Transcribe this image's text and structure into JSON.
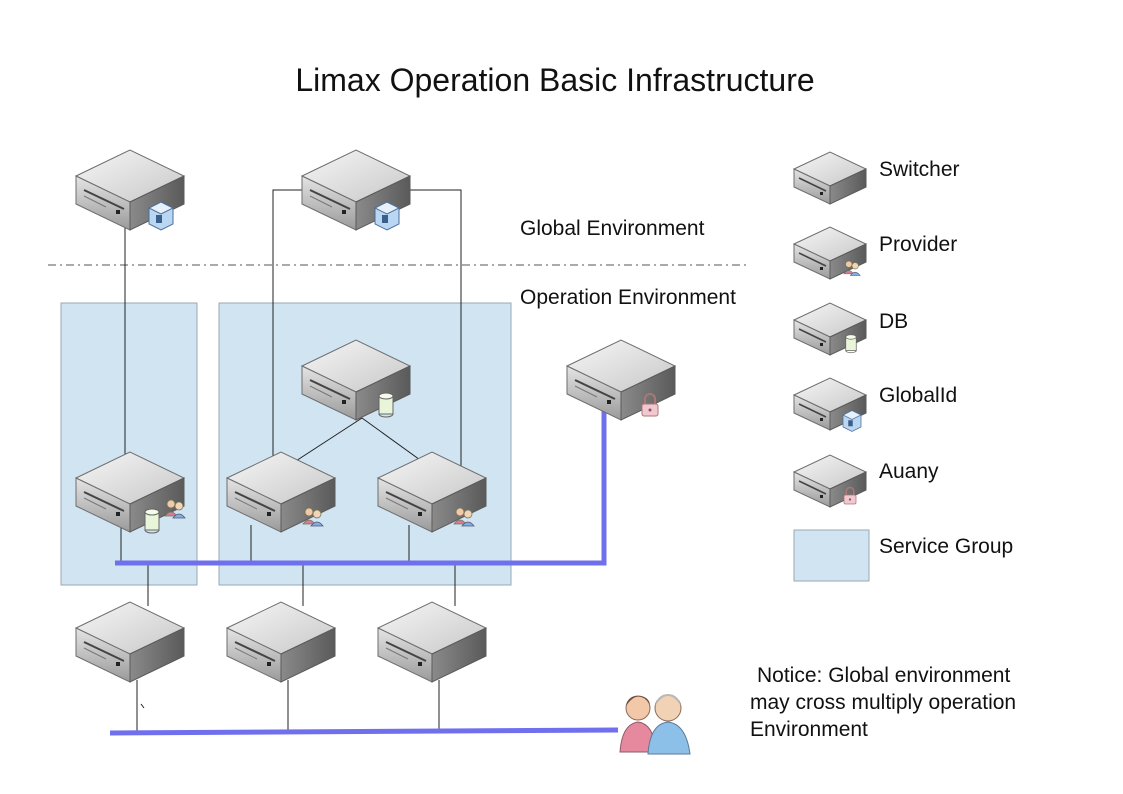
{
  "title": "Limax Operation Basic Infrastructure",
  "environments": {
    "global": "Global Environment",
    "operation": "Operation Environment"
  },
  "legend": [
    {
      "label": "Switcher",
      "icon": "switcher-icon"
    },
    {
      "label": "Provider",
      "icon": "provider-icon"
    },
    {
      "label": "DB",
      "icon": "db-icon"
    },
    {
      "label": "GlobalId",
      "icon": "globalid-icon"
    },
    {
      "label": "Auany",
      "icon": "auany-icon"
    },
    {
      "label": "Service Group",
      "icon": "service-group-swatch"
    }
  ],
  "notice": {
    "line1": "Notice: Global environment",
    "line2": "may cross multiply operation",
    "line3": "Environment"
  },
  "colors": {
    "service_group": "#d0e4f2",
    "service_group_border": "#9aa9b4",
    "network_bus": "#7070ee"
  }
}
